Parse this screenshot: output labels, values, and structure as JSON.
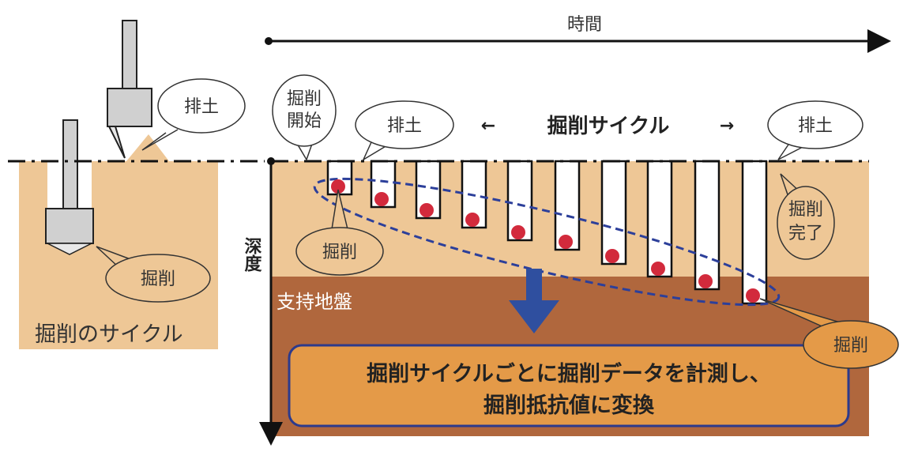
{
  "axes": {
    "time_label": "時間",
    "depth_label": "深度"
  },
  "left_panel": {
    "discharge_label": "排土",
    "excavate_label": "掘削",
    "caption": "掘削のサイクル"
  },
  "main": {
    "start_label_line1": "掘削",
    "start_label_line2": "開始",
    "discharge_label_1": "排土",
    "cycle_label": "掘削サイクル",
    "cycle_arrow_left": "←",
    "cycle_arrow_right": "→",
    "discharge_label_2": "排土",
    "complete_label_line1": "掘削",
    "complete_label_line2": "完了",
    "excavate_label_first": "掘削",
    "excavate_label_last": "掘削",
    "bearing_layer_label": "支持地盤",
    "summary_line1": "掘削サイクルごとに掘削データを計測し、",
    "summary_line2": "掘削抵抗値に変換"
  },
  "colors": {
    "soil": "#eec796",
    "bearing_layer": "#b0673d",
    "summary_box": "#e49a48",
    "summary_border": "#2c3a8c",
    "arrow_blue": "#2f4f9f",
    "measure_dot": "#d22a3c",
    "ellipse_dash": "#2c3f9a"
  }
}
